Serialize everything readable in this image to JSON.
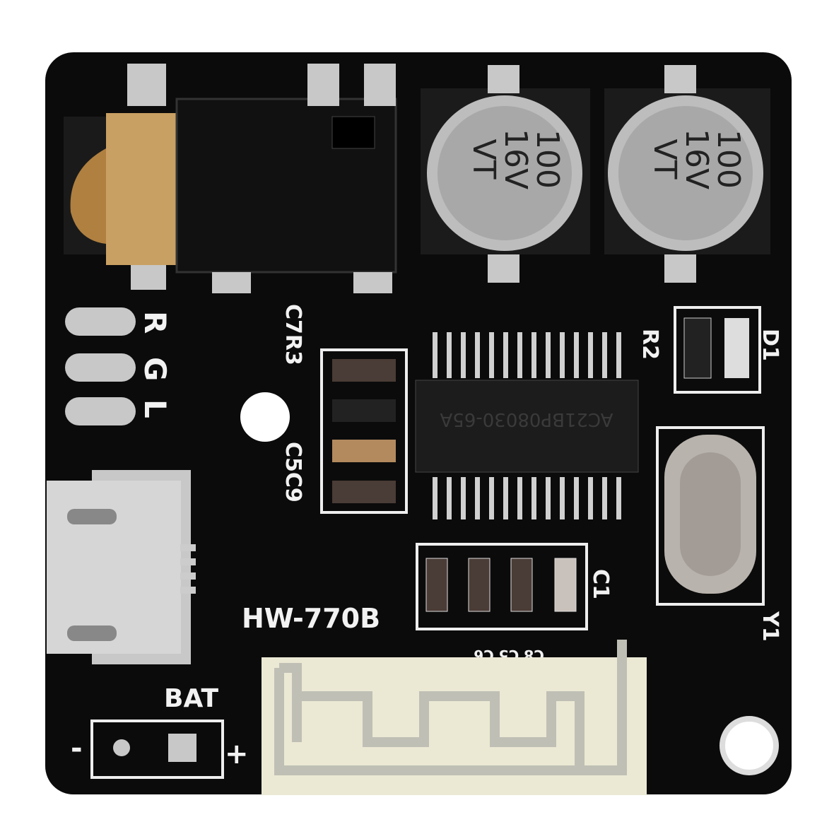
{
  "board": {
    "model_label": "HW-770B",
    "battery_label": "BAT",
    "battery_polarity_minus": "-",
    "battery_polarity_plus": "+",
    "audio_labels": [
      "R",
      "G",
      "L"
    ],
    "ref_designators": {
      "c7r3": "C7R3",
      "c5c9": "C5C9",
      "r2": "R2",
      "d1": "D1",
      "c1": "C1",
      "y1": "Y1",
      "bottom_caps": "C8 C5 C6"
    },
    "capacitors": [
      {
        "value": "100",
        "voltage": "16V",
        "series": "VT"
      },
      {
        "value": "100",
        "voltage": "16V",
        "series": "VT"
      }
    ],
    "chip_marking": "AC21BP08030-65A",
    "colors": {
      "pcb": "#0b0b0b",
      "silkscreen": "#f2f2f2",
      "solder": "#c8c8c8",
      "gold": "#c9a063",
      "antenna_board": "#ebe9d4"
    }
  }
}
